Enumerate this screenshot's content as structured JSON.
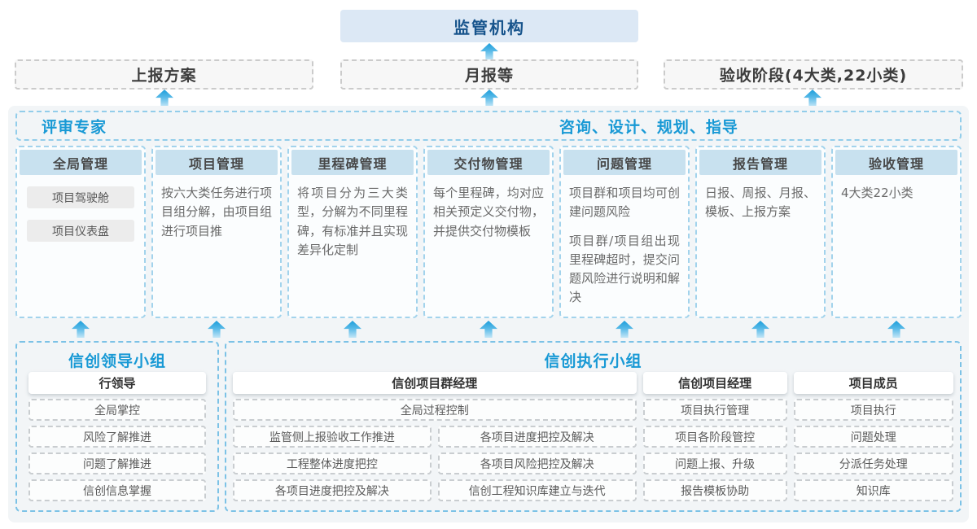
{
  "colors": {
    "accent_blue": "#1899d5",
    "regulator_navy": "#17548c",
    "regulator_bg": "#dce8f5",
    "module_header_bg": "#c8e1ef",
    "module_border": "#a2d3ec",
    "group_border": "#7cc2e6",
    "platform_bg": "#f2f5f7",
    "arrow_blue": "#1d9edb"
  },
  "top": {
    "regulator": "监管机构"
  },
  "outputs": [
    {
      "label": "上报方案"
    },
    {
      "label": "月报等"
    },
    {
      "label": "验收阶段(4大类,22小类)"
    }
  ],
  "strip": {
    "left_label": "评审专家",
    "right_label": "咨询、设计、规划、指导"
  },
  "modules": [
    {
      "title": "全局管理",
      "chips": [
        "项目驾驶舱",
        "项目仪表盘"
      ]
    },
    {
      "title": "项目管理",
      "paragraphs": [
        "按六大类任务进行项目组分解，由项目组进行项目推"
      ]
    },
    {
      "title": "里程碑管理",
      "paragraphs": [
        "将项目分为三大类型，分解为不同里程碑，有标准并且实现差异化定制"
      ]
    },
    {
      "title": "交付物管理",
      "paragraphs": [
        "每个里程碑，均对应相关预定义交付物，并提供交付物模板"
      ]
    },
    {
      "title": "问题管理",
      "paragraphs": [
        "项目群和项目均可创建问题风险",
        "项目群/项目组出现里程碑超时，提交问题风险进行说明和解决"
      ]
    },
    {
      "title": "报告管理",
      "paragraphs": [
        "日报、周报、月报、模板、上报方案"
      ]
    },
    {
      "title": "验收管理",
      "paragraphs": [
        "4大类22小类"
      ]
    }
  ],
  "groups": {
    "leading": {
      "title": "信创领导小组",
      "role": "行领导",
      "items": [
        "全局掌控",
        "风险了解推进",
        "问题了解推进",
        "信创信息掌握"
      ]
    },
    "executing": {
      "title": "信创执行小组",
      "program_manager": {
        "role": "信创项目群经理",
        "full_item": "全局过程控制",
        "left_items": [
          "监管侧上报验收工作推进",
          "工程整体进度把控",
          "各项目进度把控及解决"
        ],
        "right_items": [
          "各项目进度把控及解决",
          "各项目风险把控及解决",
          "信创工程知识库建立与迭代"
        ]
      },
      "project_manager": {
        "role": "信创项目经理",
        "items": [
          "项目执行管理",
          "项目各阶段管控",
          "问题上报、升级",
          "报告模板协助"
        ]
      },
      "member": {
        "role": "项目成员",
        "items": [
          "项目执行",
          "问题处理",
          "分派任务处理",
          "知识库"
        ]
      }
    }
  }
}
